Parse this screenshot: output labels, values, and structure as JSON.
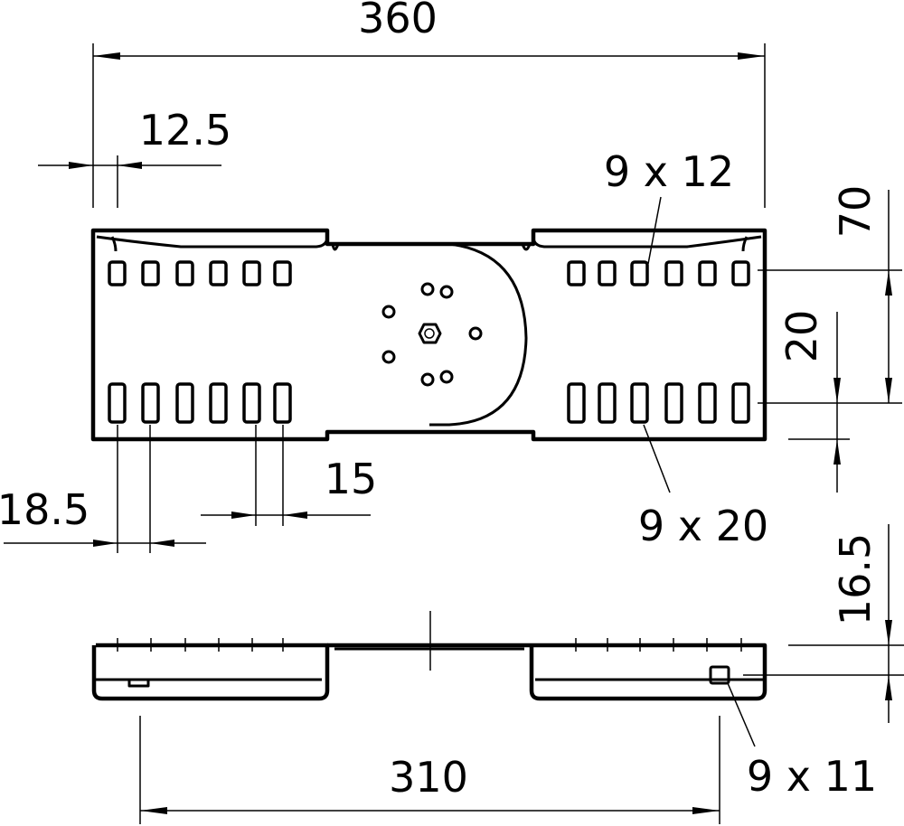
{
  "dimensions": {
    "overall_length": "360",
    "edge_offset": "12.5",
    "upper_slot_size": "9 x 12",
    "height": "70",
    "slot_row_spacing": "20",
    "lower_slot_size": "9 x 20",
    "first_slot_offset": "18.5",
    "slot_pitch": "15",
    "flange_height": "16.5",
    "side_hole_size": "9 x 11",
    "hole_spacing": "310"
  },
  "colors": {
    "line": "#000000",
    "background": "#ffffff"
  }
}
